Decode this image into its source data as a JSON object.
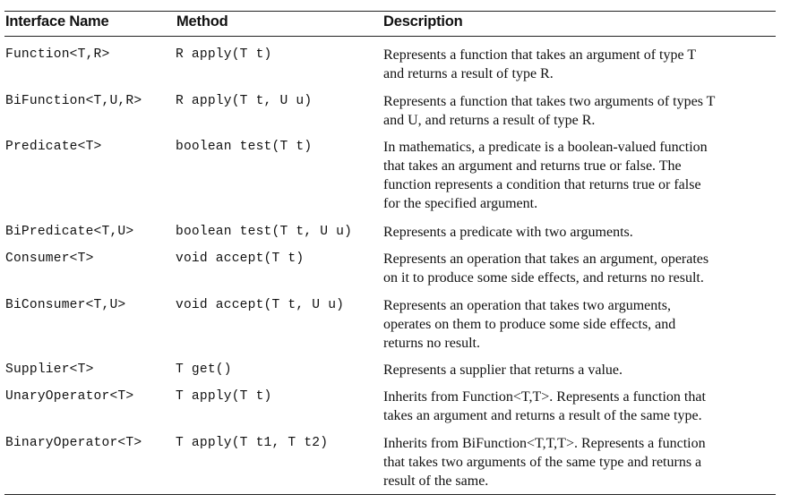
{
  "table": {
    "headers": {
      "interface": "Interface Name",
      "method": "Method",
      "description": "Description"
    },
    "rows": [
      {
        "interface": "Function<T,R>",
        "method": "R apply(T t)",
        "desc_lines": [
          "Represents a function that takes an argument of type T",
          "and returns a result of type R."
        ]
      },
      {
        "interface": "BiFunction<T,U,R>",
        "method": "R apply(T t, U u)",
        "desc_lines": [
          "Represents a function that takes two arguments of types T",
          "and U, and returns a result of type R."
        ]
      },
      {
        "interface": "Predicate<T>",
        "method": "boolean test(T t)",
        "desc_lines": [
          "In mathematics, a predicate is a boolean-valued function",
          "that takes an argument and returns true or false. The",
          "function represents a condition that returns true or false",
          "for the specified argument."
        ]
      },
      {
        "interface": "BiPredicate<T,U>",
        "method": "boolean test(T t, U u)",
        "desc_lines": [
          "Represents a predicate with two arguments."
        ]
      },
      {
        "interface": "Consumer<T>",
        "method": "void accept(T t)",
        "desc_lines": [
          "Represents an operation that takes an argument, operates",
          "on it to produce some side effects, and returns no result."
        ]
      },
      {
        "interface": "BiConsumer<T,U>",
        "method": "void accept(T t, U u)",
        "desc_lines": [
          "Represents an operation that takes two arguments,",
          "operates on them to produce some side effects, and",
          "returns no result."
        ]
      },
      {
        "interface": "Supplier<T>",
        "method": "T get()",
        "desc_lines": [
          "Represents a supplier that returns a value."
        ]
      },
      {
        "interface": "UnaryOperator<T>",
        "method": "T apply(T t)",
        "desc_lines": [
          "Inherits from Function<T,T>. Represents a function that",
          "takes an argument and returns a result of the same type."
        ]
      },
      {
        "interface": "BinaryOperator<T>",
        "method": "T apply(T t1, T t2)",
        "desc_lines": [
          "Inherits from BiFunction<T,T,T>. Represents a function",
          "that takes two arguments of the same type and returns a",
          "result of the same."
        ]
      }
    ]
  }
}
